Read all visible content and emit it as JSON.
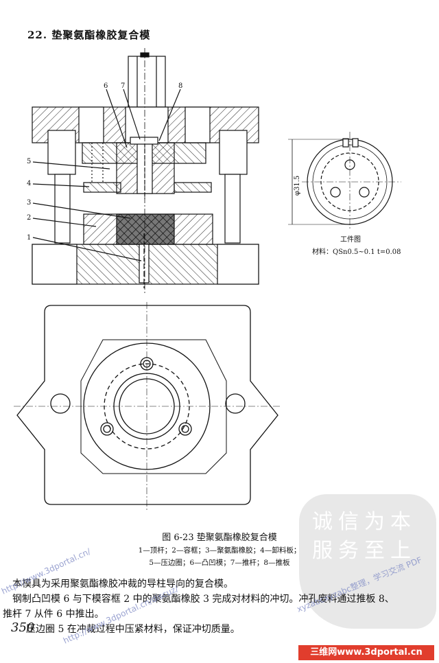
{
  "title": "22. 垫聚氨酯橡胶复合模",
  "section_view": {
    "part_numbers": [
      "1",
      "2",
      "3",
      "4",
      "5",
      "6",
      "7",
      "8"
    ]
  },
  "workpiece": {
    "diameter_label": "φ31.5",
    "caption": "工件图",
    "material": "材料：QSn0.5~0.1  t=0.08"
  },
  "figure_caption": "图 6-23    垫聚氨酯橡胶复合模",
  "legend_lines": [
    "1—顶杆；2—容框；3—聚氨酯橡胶；4—卸料板；",
    "5—压边圈；6—凸凹模；7—推杆；8—推板"
  ],
  "paragraphs": [
    "本模具为采用聚氨酯橡胶冲裁的导柱导向的复合模。",
    "钢制凸凹模 6 与下模容框 2 中的聚氨酯橡胶 3 完成对材料的冲切。冲孔废料通过推板 8、",
    "推杆 7 从件 6 中推出。",
    "压边圈 5 在冲裁过程中压紧材料，保证冲切质量。"
  ],
  "page_number": "350",
  "footer_logo": "三维网www.3dportal.cn",
  "watermarks": [
    "xyzabcxyzabc整理，学习交流 PDF",
    "http://www.3dportal.cn/",
    "http://www.3dportal.cn/discuz/"
  ],
  "seal_text": "诚信为本 服务至上"
}
